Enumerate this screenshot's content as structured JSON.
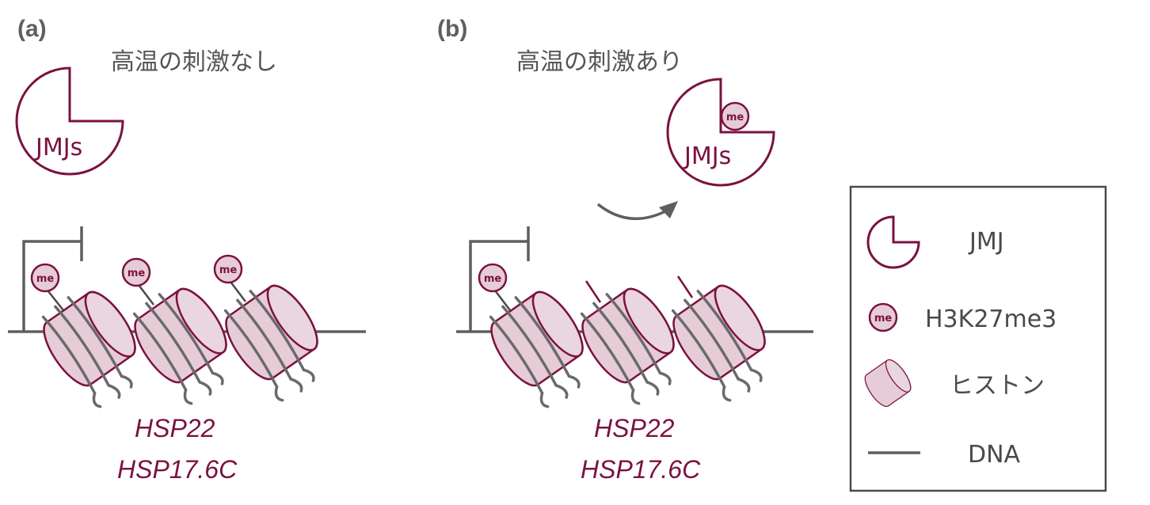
{
  "panel_a": {
    "label": "(a)",
    "title": "高温の刺激なし",
    "jmj_label": "JMJs",
    "me_label": "me",
    "genes": [
      "HSP22",
      "HSP17.6C"
    ]
  },
  "panel_b": {
    "label": "(b)",
    "title": "高温の刺激あり",
    "jmj_label": "JMJs",
    "me_label": "me",
    "genes": [
      "HSP22",
      "HSP17.6C"
    ]
  },
  "legend": {
    "items": [
      {
        "symbol": "jmj-icon",
        "label": "JMJ"
      },
      {
        "symbol": "me-icon",
        "label": "H3K27me3",
        "me_label": "me"
      },
      {
        "symbol": "histone-icon",
        "label": "ヒストン"
      },
      {
        "symbol": "dna-line-icon",
        "label": "DNA"
      }
    ]
  },
  "colors": {
    "accent": "#7a1240",
    "histone_fill": "#e6ccd6",
    "dna": "#5f5f5f"
  }
}
